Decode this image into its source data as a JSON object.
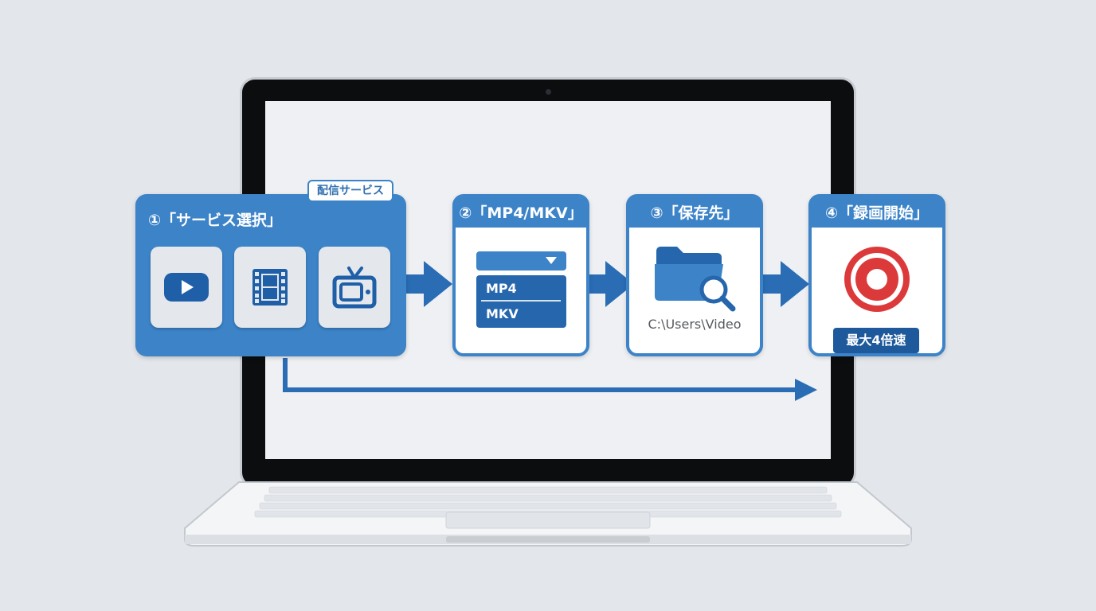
{
  "colors": {
    "accent_blue": "#3c83c8",
    "dark_blue": "#1e5a9b",
    "record_red": "#dc3a3a",
    "background": "#e3e6ea"
  },
  "step1": {
    "title": "①「サービス選択」",
    "badge": "配信サービス",
    "icons": [
      "video-play-icon",
      "film-strip-icon",
      "tv-icon"
    ]
  },
  "step2": {
    "title": "②「MP4/MKV」",
    "options": [
      "MP4",
      "MKV"
    ]
  },
  "step3": {
    "title": "③「保存先」",
    "path": "C:\\Users\\Video",
    "icons": [
      "folder-icon",
      "magnifier-icon"
    ]
  },
  "step4": {
    "title": "④「録画開始」",
    "badge": "最大4倍速",
    "icons": [
      "record-icon"
    ]
  }
}
